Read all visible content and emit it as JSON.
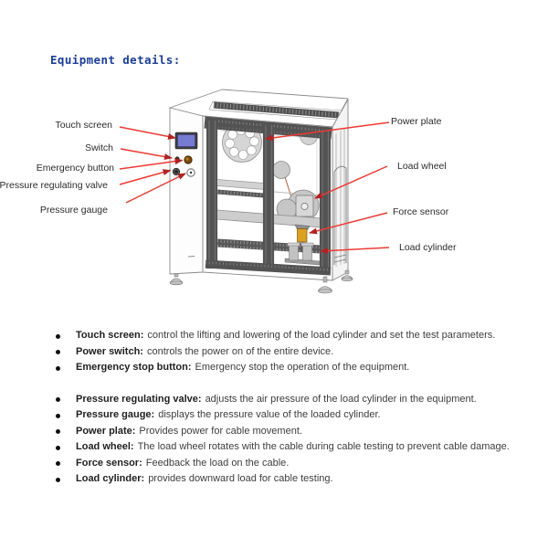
{
  "title": "Equipment details:",
  "diagram": {
    "left_labels": [
      "Touch screen",
      "Switch",
      "Emergency button",
      "Pressure regulating valve",
      "Pressure gauge"
    ],
    "right_labels": [
      "Power plate",
      "Load wheel",
      "Force sensor",
      "Load cylinder"
    ]
  },
  "bullets": [
    {
      "term": "Touch screen:",
      "desc": "control the lifting and lowering of the load cylinder and set the test parameters."
    },
    {
      "term": "Power switch:",
      "desc": "controls the power on of the entire device."
    },
    {
      "term": "Emergency stop button:",
      "desc": "Emergency stop the operation of the equipment."
    },
    {
      "term": "Pressure regulating valve:",
      "desc": "adjusts the air pressure of the load cylinder in the equipment."
    },
    {
      "term": "Pressure gauge:",
      "desc": "displays the pressure value of the loaded cylinder."
    },
    {
      "term": "Power plate:",
      "desc": "Provides power for cable movement."
    },
    {
      "term": "Load wheel:",
      "desc": "The load wheel rotates with the cable during cable testing to prevent cable damage."
    },
    {
      "term": "Force sensor:",
      "desc": "Feedback the load on the cable."
    },
    {
      "term": "Load cylinder:",
      "desc": "provides downward load for cable testing."
    }
  ],
  "colors": {
    "title_blue": "#1c3e9b",
    "arrow_red": "#ee3b33",
    "arrowhead_red": "#b22222",
    "screen_blue": "#767bd2",
    "force_sensor_yellow": "#dba020",
    "body_text": "#3d3d3d"
  }
}
